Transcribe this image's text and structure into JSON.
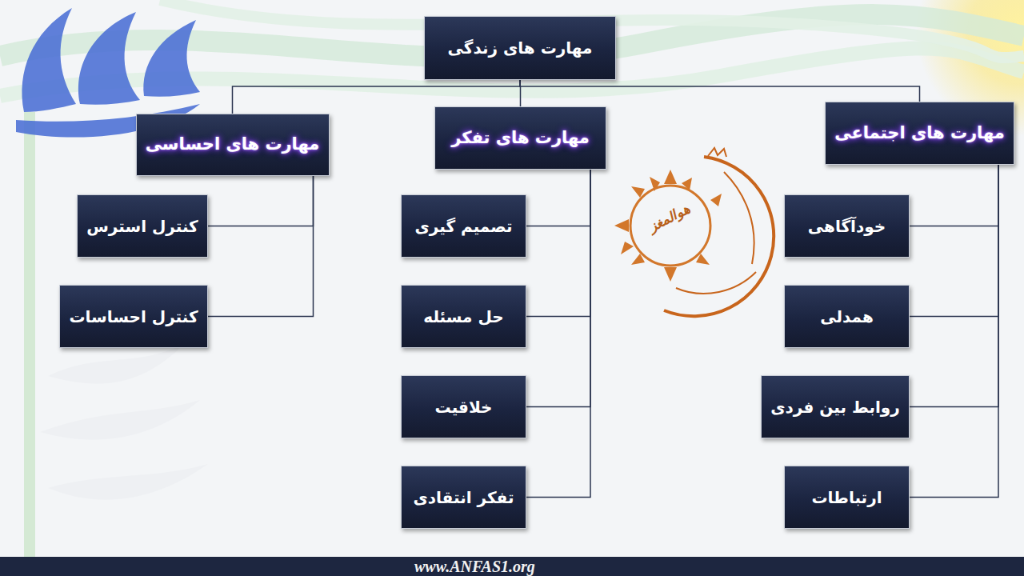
{
  "diagram": {
    "nodes": [
      {
        "text": [
          "مهارت های زندگی"
        ]
      },
      {
        "text": [
          "مهارت های اجتماعی"
        ]
      },
      {
        "text": [
          "مهارت های تفکر"
        ]
      },
      {
        "text": [
          "مهارت های احساسی"
        ]
      },
      {
        "text": [
          "خودآگاهی"
        ]
      },
      {
        "text": [
          "همدلی"
        ]
      },
      {
        "text": [
          "روابط بین فردی"
        ]
      },
      {
        "text": [
          "ارتباطات"
        ]
      },
      {
        "text": [
          "تصمیم گیری"
        ]
      },
      {
        "text": [
          "حل مسئله"
        ]
      },
      {
        "text": [
          "خلاقیت"
        ]
      },
      {
        "text": [
          "تفکر انتقادی"
        ]
      },
      {
        "text": [
          "کنترل استرس"
        ]
      },
      {
        "text": [
          "کنترل احساسات"
        ]
      }
    ],
    "edges": [
      {
        "from": 0,
        "to": 1,
        "arrow": "none"
      },
      {
        "from": 0,
        "to": 2,
        "arrow": "none"
      },
      {
        "from": 0,
        "to": 3,
        "arrow": "none"
      },
      {
        "from": 1,
        "to": 4,
        "arrow": "none"
      },
      {
        "from": 1,
        "to": 5,
        "arrow": "none"
      },
      {
        "from": 1,
        "to": 6,
        "arrow": "none"
      },
      {
        "from": 1,
        "to": 7,
        "arrow": "none"
      },
      {
        "from": 2,
        "to": 8,
        "arrow": "none"
      },
      {
        "from": 2,
        "to": 9,
        "arrow": "none"
      },
      {
        "from": 2,
        "to": 10,
        "arrow": "none"
      },
      {
        "from": 2,
        "to": 11,
        "arrow": "none"
      },
      {
        "from": 3,
        "to": 12,
        "arrow": "none"
      },
      {
        "from": 3,
        "to": 13,
        "arrow": "none"
      }
    ],
    "labels": [
      "هوالمغز",
      "www.ANFAS1.org"
    ]
  }
}
